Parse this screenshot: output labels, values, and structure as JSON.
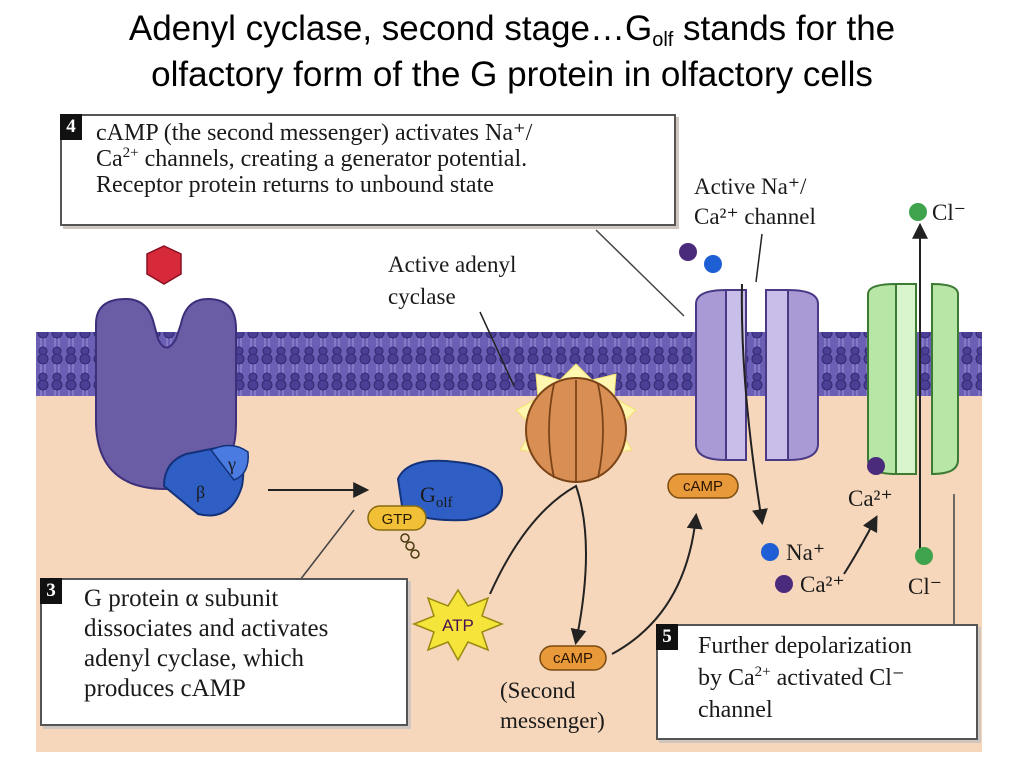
{
  "title": {
    "line1_pre": "Adenyl cyclase, second stage…G",
    "line1_sub": "olf",
    "line1_post": " stands for the",
    "line2": "olfactory form of the G protein in olfactory cells"
  },
  "step4": {
    "number": "4",
    "line1": "cAMP (the second messenger) activates Na⁺/",
    "line2_pre": "Ca",
    "line2_sup": "2+",
    "line2_post": " channels, creating a generator potential.",
    "line3": "Receptor protein returns to unbound state"
  },
  "step3": {
    "number": "3",
    "line1": "G protein α subunit",
    "line2": "dissociates and activates",
    "line3": "adenyl cyclase, which",
    "line4": "produces cAMP"
  },
  "step5": {
    "number": "5",
    "line1": "Further depolarization",
    "line2_pre": "by Ca",
    "line2_sup": "2+",
    "line2_post": " activated Cl⁻",
    "line3": "channel"
  },
  "labels": {
    "active_channel_1": "Active Na⁺/",
    "active_channel_2": "Ca²⁺ channel",
    "cl_top": "Cl⁻",
    "active_adenyl_1": "Active adenyl",
    "active_adenyl_2": "cyclase",
    "gamma": "γ",
    "beta": "β",
    "golf_G": "G",
    "golf_sub": "olf",
    "gtp": "GTP",
    "atp": "ATP",
    "camp": "cAMP",
    "second_1": "(Second",
    "second_2": "messenger)",
    "na_bottom": "Na⁺",
    "ca_bottom": "Ca²⁺",
    "ca_right": "Ca²⁺",
    "cl_bottom": "Cl⁻"
  },
  "colors": {
    "cytoplasm": "#f6d7bb",
    "extracellular": "#ffffff",
    "membrane": "#5a4ea6",
    "receptor": "#6b5ca6",
    "g_protein": "#2f5fc4",
    "adenyl_cyclase": "#d98f54",
    "camp": "#e89a3a",
    "gtp": "#f2c037",
    "cation_channel": "#a99ad6",
    "cl_channel": "#b8e6a6",
    "odorant": "#d6293a",
    "na_ion": "#1f5fd6",
    "ca_ion": "#4a2a7a",
    "cl_ion": "#3fa34d"
  }
}
